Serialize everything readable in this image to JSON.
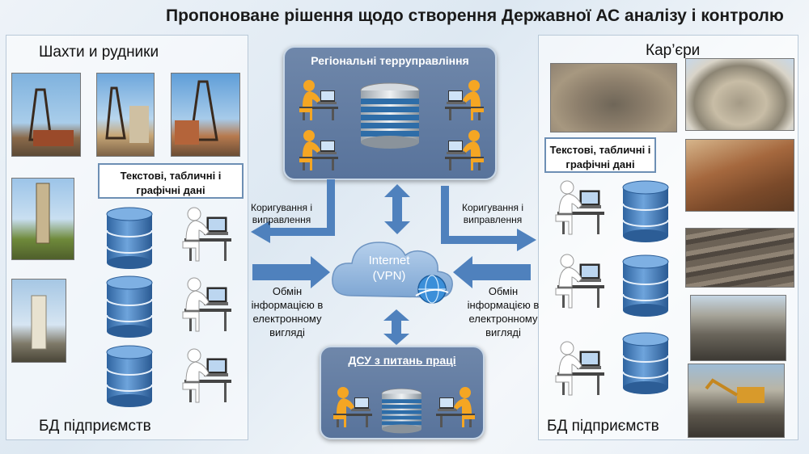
{
  "title": "Пропоноване рішення щодо створення Державної АС аналізу і контролю",
  "left_panel": {
    "heading": "Шахти и рудники",
    "info_box": "Текстові, табличні і графічні дані",
    "footer": "БД підприємств"
  },
  "right_panel": {
    "heading": "Кар’єри",
    "info_box": "Текстові, табличні і графічні дані",
    "footer": "БД підприємств"
  },
  "regional": {
    "title": "Регіональні терруправління"
  },
  "dsu": {
    "title": "ДСУ з питань праці"
  },
  "internet": {
    "line1": "Internet",
    "line2": "(VPN)"
  },
  "labels": {
    "correction_left": "Коригування і виправлення",
    "correction_right": "Коригування і виправлення",
    "exchange_left": "Обмін інформацією в електронному вигляді",
    "exchange_right": "Обмін інформацією в електронному вигляді"
  },
  "colors": {
    "arrow": "#4f81bd",
    "cloud": "#8fb3db",
    "panel": "#6480a7",
    "db_blue": "#3f79b5",
    "person": "#f5a623"
  }
}
